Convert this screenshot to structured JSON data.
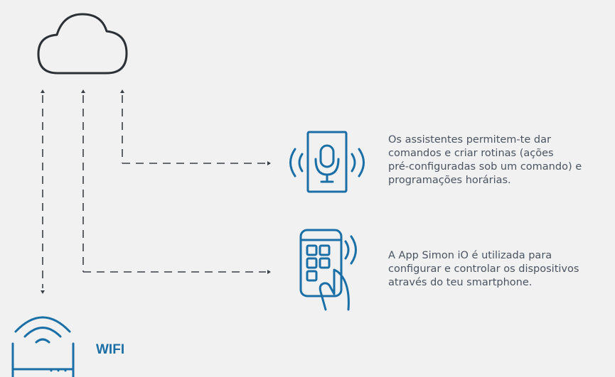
{
  "colors": {
    "background": "#f1f1f1",
    "cloud_stroke": "#2b3036",
    "connector": "#3a3f45",
    "icon_blue": "#1a6fa6",
    "text": "#4a5360"
  },
  "icons": {
    "cloud": "cloud-icon",
    "voice_assistant": "voice-assistant-icon",
    "smartphone_app": "smartphone-app-icon",
    "router": "wifi-router-icon"
  },
  "assistant": {
    "lines": [
      "Os assistentes permitem-te dar",
      "comandos e criar rotinas (ações",
      "pré-configuradas sob um comando) e",
      "programações horárias."
    ]
  },
  "app": {
    "lines": [
      "A App Simon iO é utilizada para",
      "configurar e controlar os dispositivos",
      "através do teu smartphone."
    ]
  },
  "wifi": {
    "label": "WIFI"
  }
}
